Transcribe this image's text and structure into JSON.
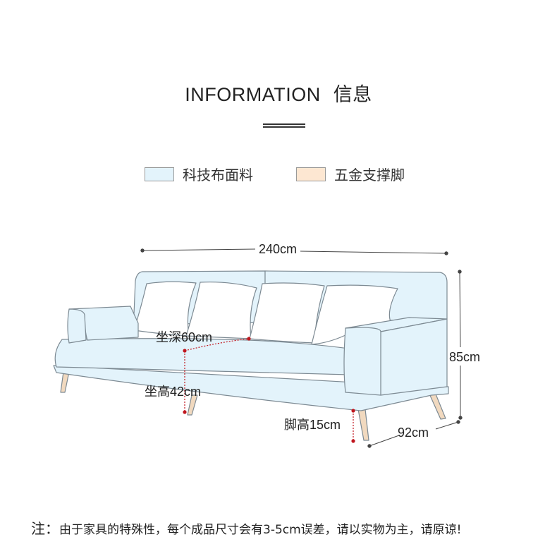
{
  "header": {
    "title_en": "INFORMATION",
    "title_cn": "信息"
  },
  "legend": [
    {
      "label": "科技布面料",
      "color": "#e3f3fb"
    },
    {
      "label": "五金支撑脚",
      "color": "#fde7d2"
    }
  ],
  "dimensions": {
    "length": "240cm",
    "height": "85cm",
    "depth": "92cm",
    "seat_depth": "坐深60cm",
    "seat_height": "坐高42cm",
    "leg_height": "脚高15cm"
  },
  "colors": {
    "fabric": "#e3f3fb",
    "cushion": "#ffffff",
    "leg": "#f1d9bf",
    "outline": "#7d8a93",
    "accent": "#c0161e"
  },
  "note": {
    "mark": "注：",
    "text": "由于家具的特殊性，每个成品尺寸会有3-5cm误差，请以实物为主，请原谅!"
  }
}
